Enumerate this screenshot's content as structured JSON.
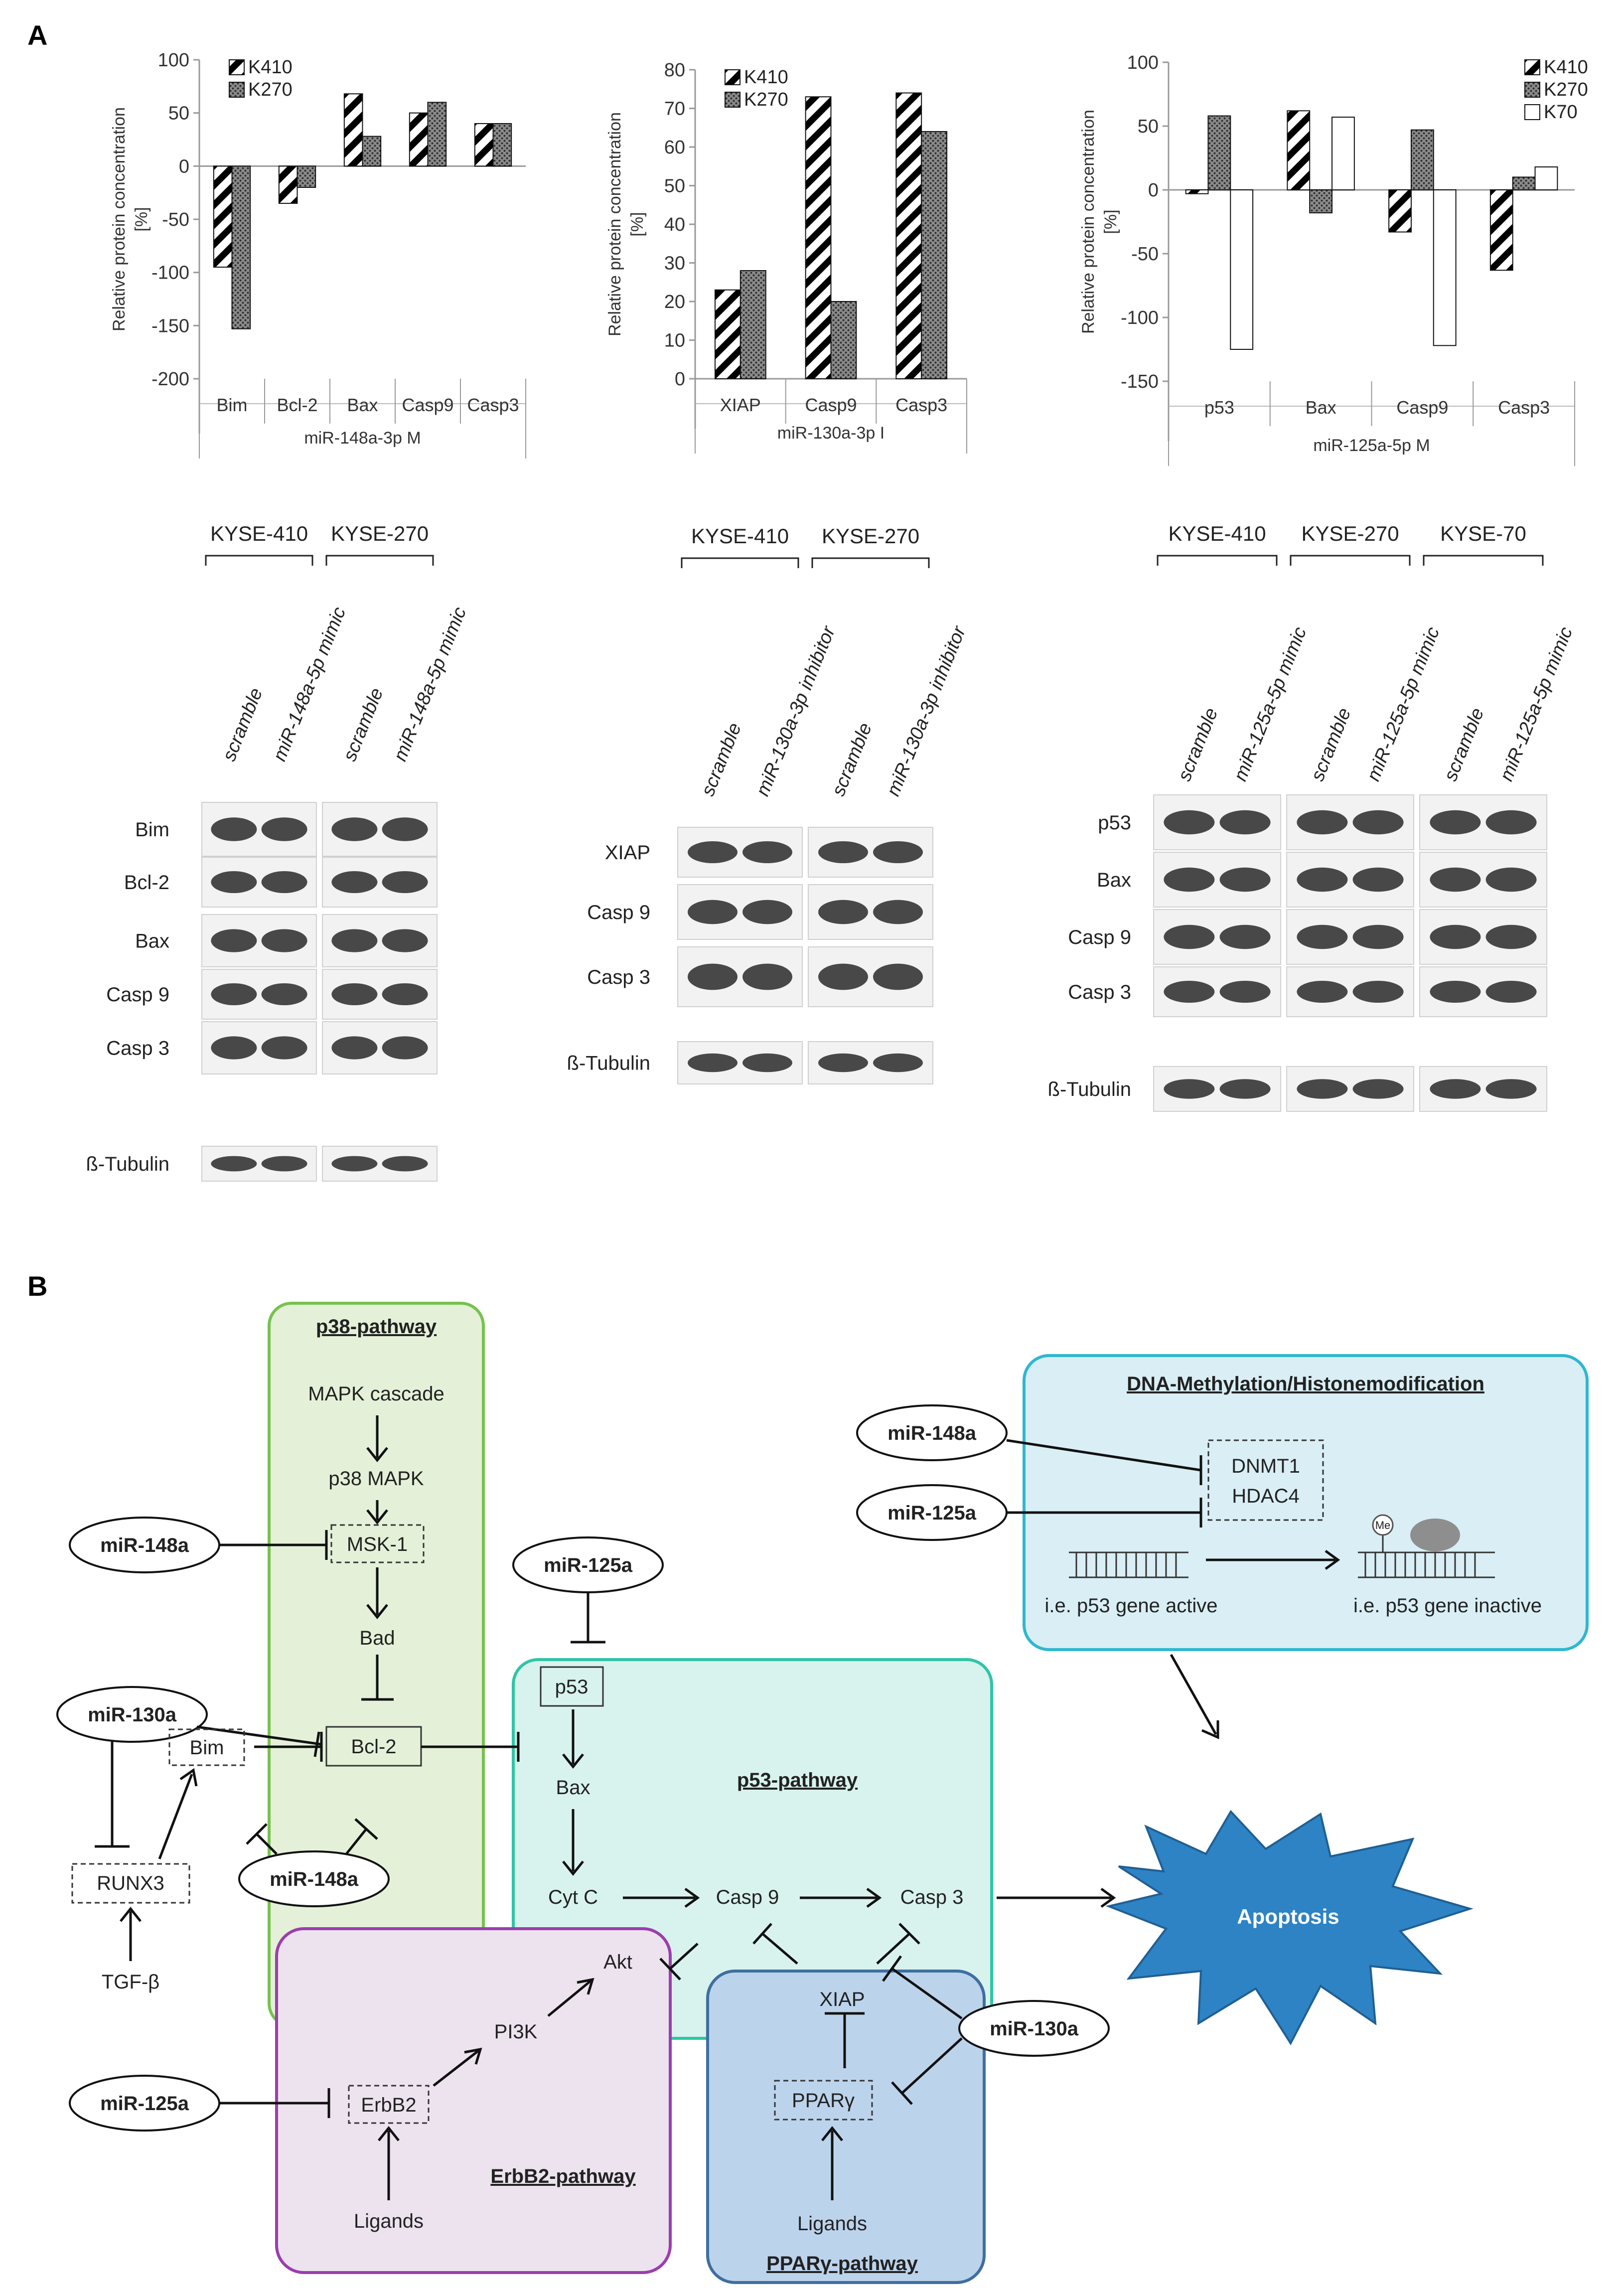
{
  "panel_a_label": "A",
  "panel_b_label": "B",
  "y_axis_label_line1": "Relative protein concentration",
  "y_axis_label_line2": "[%]",
  "colors": {
    "hatch": "#000000",
    "dots": "#555555",
    "open": "#ffffff",
    "p38_fill": "#e4f1d8",
    "p38_stroke": "#77c24e",
    "p53_fill": "#d8f3ee",
    "p53_stroke": "#2fc5a6",
    "dna_fill": "#d9eef5",
    "dna_stroke": "#2fb7d0",
    "erbb2_fill": "#ede3ef",
    "erbb2_stroke": "#9b3eae",
    "ppar_fill": "#bcd3ec",
    "ppar_stroke": "#3f6f9f",
    "apoptosis": "#2d83c4"
  },
  "chart_data": [
    {
      "type": "bar",
      "xlabel": "miR-148a-3p M",
      "ylim": [
        -200,
        100
      ],
      "yticks": [
        "100",
        "50",
        "0",
        "-50",
        "-100",
        "-150",
        "-200"
      ],
      "categories": [
        "Bim",
        "Bcl-2",
        "Bax",
        "Casp9",
        "Casp3"
      ],
      "series": [
        {
          "name": "K410",
          "pattern": "hatch",
          "values": [
            -95,
            -35,
            68,
            50,
            40
          ]
        },
        {
          "name": "K270",
          "pattern": "dots",
          "values": [
            -153,
            -20,
            28,
            60,
            40
          ]
        }
      ]
    },
    {
      "type": "bar",
      "xlabel": "miR-130a-3p I",
      "ylim": [
        0,
        80
      ],
      "yticks": [
        "80",
        "70",
        "60",
        "50",
        "40",
        "30",
        "20",
        "10",
        "0"
      ],
      "categories": [
        "XIAP",
        "Casp9",
        "Casp3"
      ],
      "series": [
        {
          "name": "K410",
          "pattern": "hatch",
          "values": [
            23,
            73,
            74
          ]
        },
        {
          "name": "K270",
          "pattern": "dots",
          "values": [
            28,
            20,
            64
          ]
        }
      ]
    },
    {
      "type": "bar",
      "xlabel": "miR-125a-5p M",
      "ylim": [
        -150,
        100
      ],
      "yticks": [
        "100",
        "50",
        "0",
        "-50",
        "-100",
        "-150"
      ],
      "categories": [
        "p53",
        "Bax",
        "Casp9",
        "Casp3"
      ],
      "series": [
        {
          "name": "K410",
          "pattern": "hatch",
          "values": [
            -3,
            62,
            -33,
            -63
          ]
        },
        {
          "name": "K270",
          "pattern": "dots",
          "values": [
            58,
            -18,
            47,
            10
          ]
        },
        {
          "name": "K70",
          "pattern": "open",
          "values": [
            -125,
            57,
            -122,
            18
          ]
        }
      ]
    }
  ],
  "blots": [
    {
      "cells": [
        "KYSE-410",
        "KYSE-270"
      ],
      "lanes": [
        "scramble",
        "miR-148a-5p mimic",
        "scramble",
        "miR-148a-5p mimic"
      ],
      "proteins": [
        "Bim",
        "Bcl-2",
        "Bax",
        "Casp 9",
        "Casp 3",
        "ß-Tubulin"
      ]
    },
    {
      "cells": [
        "KYSE-410",
        "KYSE-270"
      ],
      "lanes": [
        "scramble",
        "miR-130a-3p inhibitor",
        "scramble",
        "miR-130a-3p inhibitor"
      ],
      "proteins": [
        "XIAP",
        "Casp 9",
        "Casp 3",
        "ß-Tubulin"
      ]
    },
    {
      "cells": [
        "KYSE-410",
        "KYSE-270",
        "KYSE-70"
      ],
      "lanes": [
        "scramble",
        "miR-125a-5p mimic",
        "scramble",
        "miR-125a-5p mimic",
        "scramble",
        "miR-125a-5p mimic"
      ],
      "proteins": [
        "p53",
        "Bax",
        "Casp 9",
        "Casp 3",
        "ß-Tubulin"
      ]
    }
  ],
  "diagram": {
    "p38_title": "p38-pathway",
    "mapk_cascade": "MAPK cascade",
    "p38_mapk": "p38 MAPK",
    "msk1": "MSK-1",
    "bad": "Bad",
    "bcl2": "Bcl-2",
    "mir148a": "miR-148a",
    "mir125a": "miR-125a",
    "mir130a": "miR-130a",
    "bim": "Bim",
    "runx3": "RUNX3",
    "tgfb": "TGF-β",
    "p53": "p53",
    "bax": "Bax",
    "p53_title": "p53-pathway",
    "cytc": "Cyt C",
    "casp9": "Casp 9",
    "casp3": "Casp 3",
    "dna_title": "DNA-Methylation/Histonemodification",
    "dnmt1": "DNMT1",
    "hdac4": "HDAC4",
    "me": "Me",
    "p53_active": "i.e. p53 gene active",
    "p53_inactive": "i.e. p53 gene inactive",
    "apoptosis": "Apoptosis",
    "akt": "Akt",
    "pi3k": "PI3K",
    "erbb2": "ErbB2",
    "ligands": "Ligands",
    "erbb2_title": "ErbB2-pathway",
    "xiap": "XIAP",
    "ppary": "PPARγ",
    "ppar_title": "PPARγ-pathway"
  }
}
